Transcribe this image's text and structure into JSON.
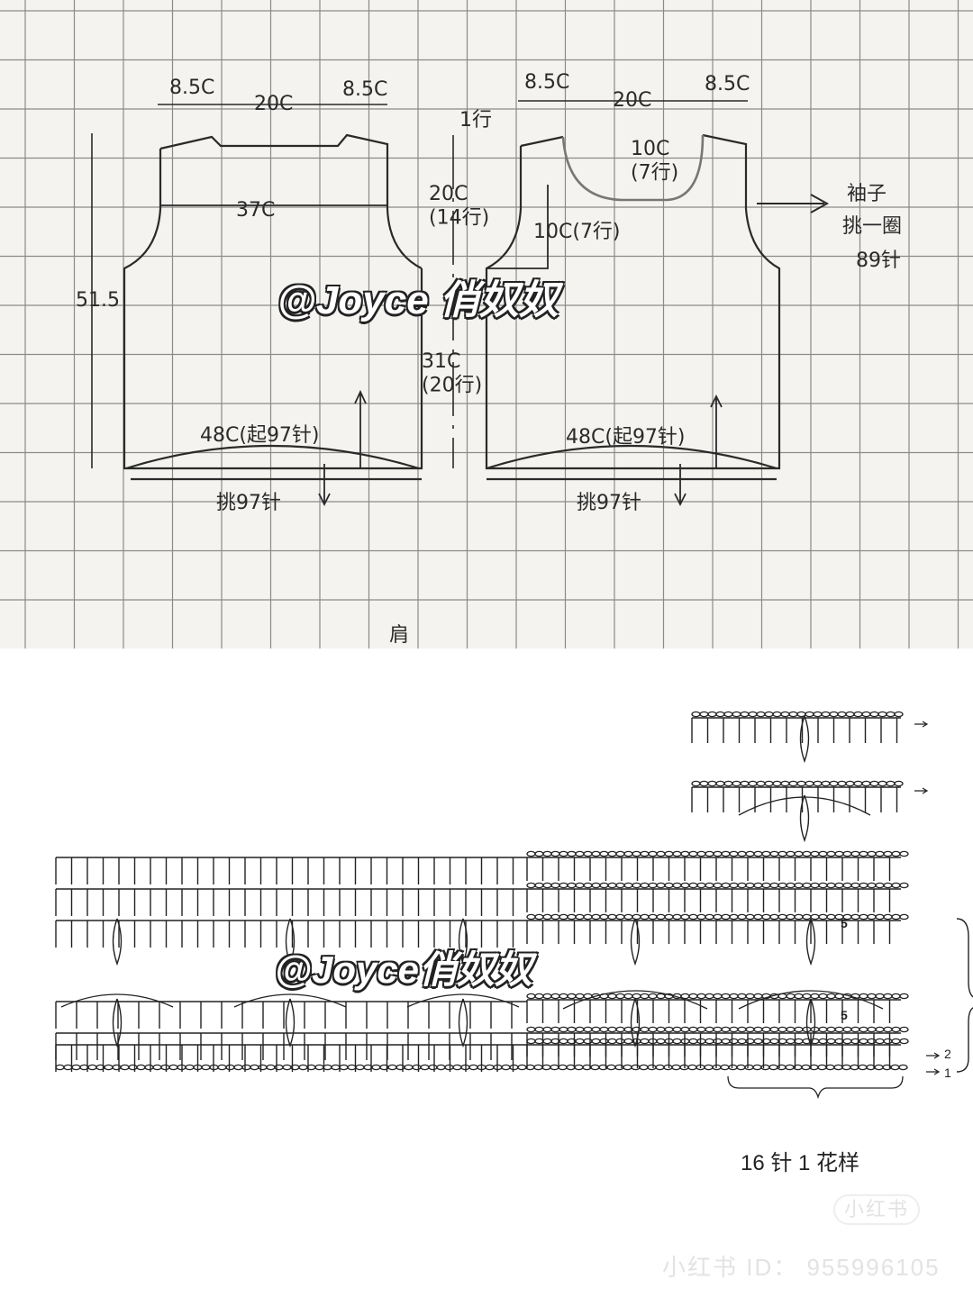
{
  "schematic": {
    "back": {
      "shoulder_left": "8.5C",
      "neck": "20C",
      "shoulder_right": "8.5C",
      "chest": "37C",
      "length": "51.5",
      "hem": "48C(起97针)",
      "ribbing": "挑97针"
    },
    "front": {
      "shoulder_left": "8.5C",
      "neck": "20C",
      "shoulder_right": "8.5C",
      "shoulder_rows": "1行",
      "armhole": "20C\n(14行)",
      "neck_depth": "10C\n(7行)",
      "neck_depth_side": "10C(7行)",
      "body": "31C\n(20行)",
      "hem": "48C(起97针)",
      "ribbing": "挑97针"
    },
    "sleeve_note": [
      "袖子",
      "挑一圈",
      "89针"
    ],
    "shoulder_caption": "肩"
  },
  "watermarks": [
    "@Joyce  俏奴奴",
    "@Joyce俏奴奴"
  ],
  "stitch_chart": {
    "row_markers": [
      "5",
      "5",
      "2",
      "1"
    ],
    "repeat_label": "16 针 1 花样"
  },
  "footer": {
    "platform_watermark": "小红书",
    "id_text": "小红书 ID： 955996105"
  },
  "colors": {
    "paper": "#f4f3ef",
    "grid": "#8a8a8a",
    "ink": "#2a2a2a"
  }
}
